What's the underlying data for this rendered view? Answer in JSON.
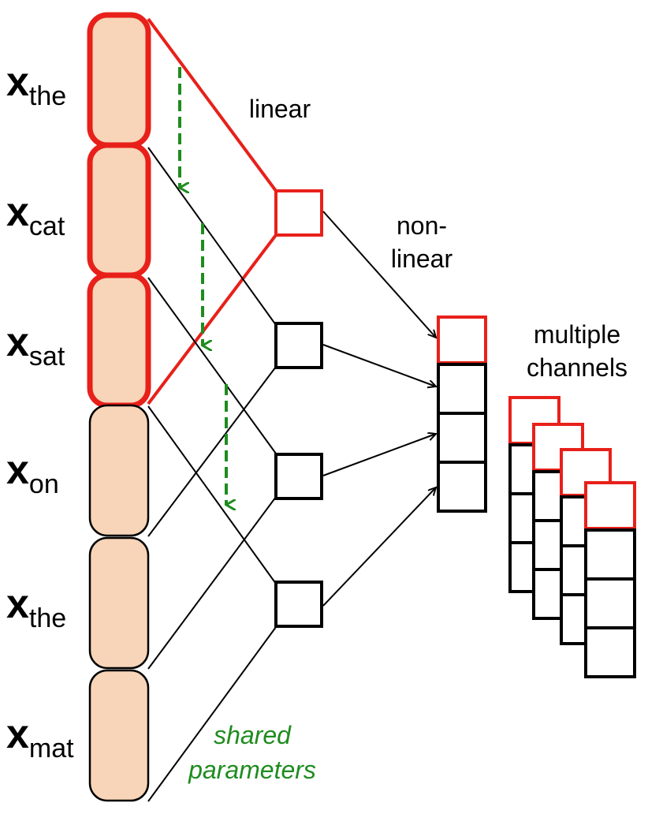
{
  "words": [
    {
      "x": "x",
      "sub": "the"
    },
    {
      "x": "x",
      "sub": "cat"
    },
    {
      "x": "x",
      "sub": "sat"
    },
    {
      "x": "x",
      "sub": "on"
    },
    {
      "x": "x",
      "sub": "the"
    },
    {
      "x": "x",
      "sub": "mat"
    }
  ],
  "labels": {
    "linear": "linear",
    "nonlinear_1": "non-",
    "nonlinear_2": "linear",
    "channels_1": "multiple",
    "channels_2": "channels",
    "shared_1": "shared",
    "shared_2": "parameters"
  },
  "colors": {
    "highlight": "#e8201a",
    "embedding_fill": "#f8d5b8",
    "shared": "#1e8c1e",
    "stroke": "#000000"
  }
}
